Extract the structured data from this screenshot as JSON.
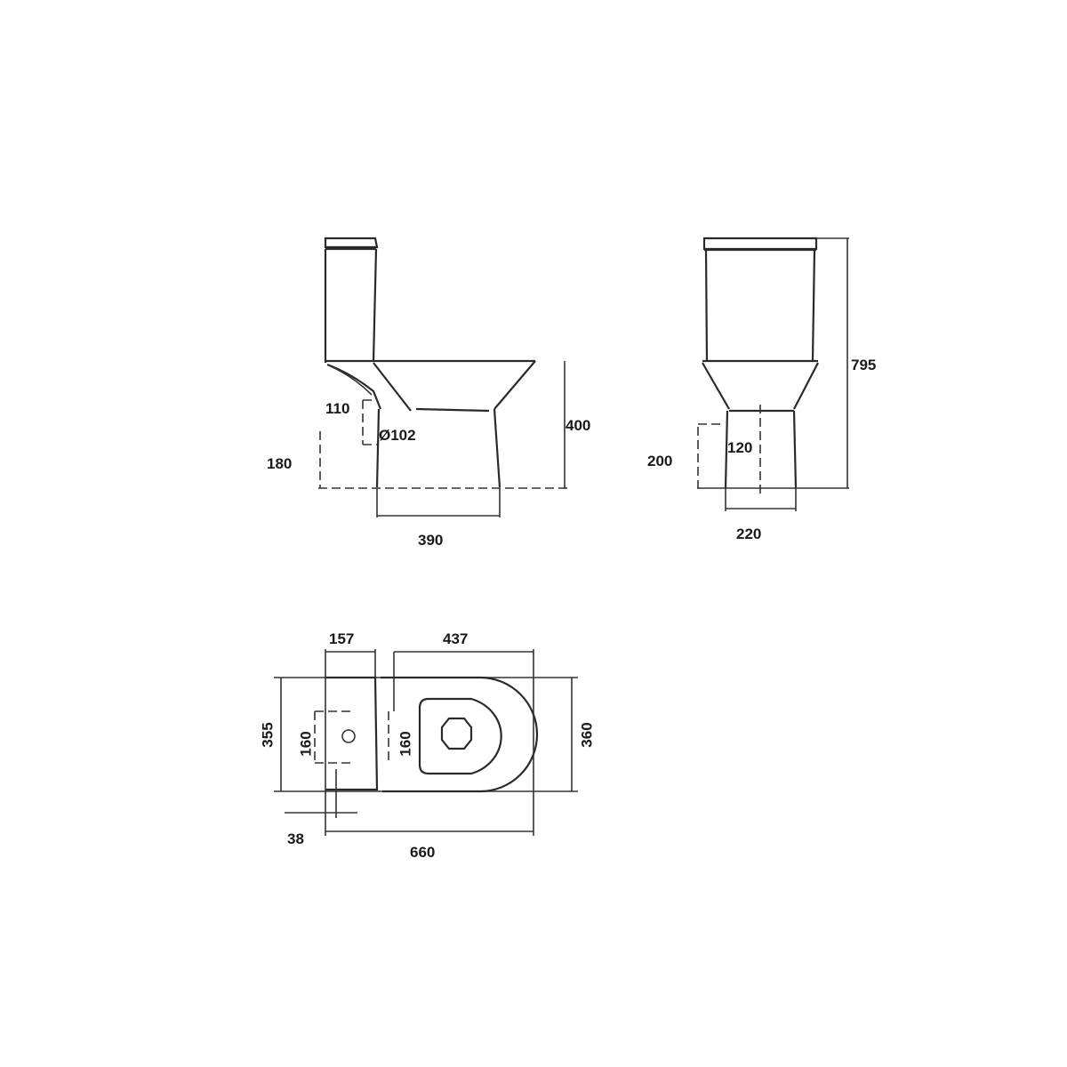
{
  "drawing": {
    "subject": "Close-coupled toilet dimension drawing",
    "units": "mm",
    "side_view": {
      "dim_110": "110",
      "dim_102": "Ø102",
      "dim_180": "180",
      "dim_400": "400",
      "dim_390": "390"
    },
    "front_view": {
      "dim_795": "795",
      "dim_200": "200",
      "dim_120": "120",
      "dim_220": "220"
    },
    "top_view": {
      "dim_157": "157",
      "dim_437": "437",
      "dim_355": "355",
      "dim_160_left": "160",
      "dim_160_right": "160",
      "dim_360": "360",
      "dim_38": "38",
      "dim_660": "660"
    },
    "colors": {
      "line": "#2a2a2a",
      "background": "#ffffff"
    }
  }
}
